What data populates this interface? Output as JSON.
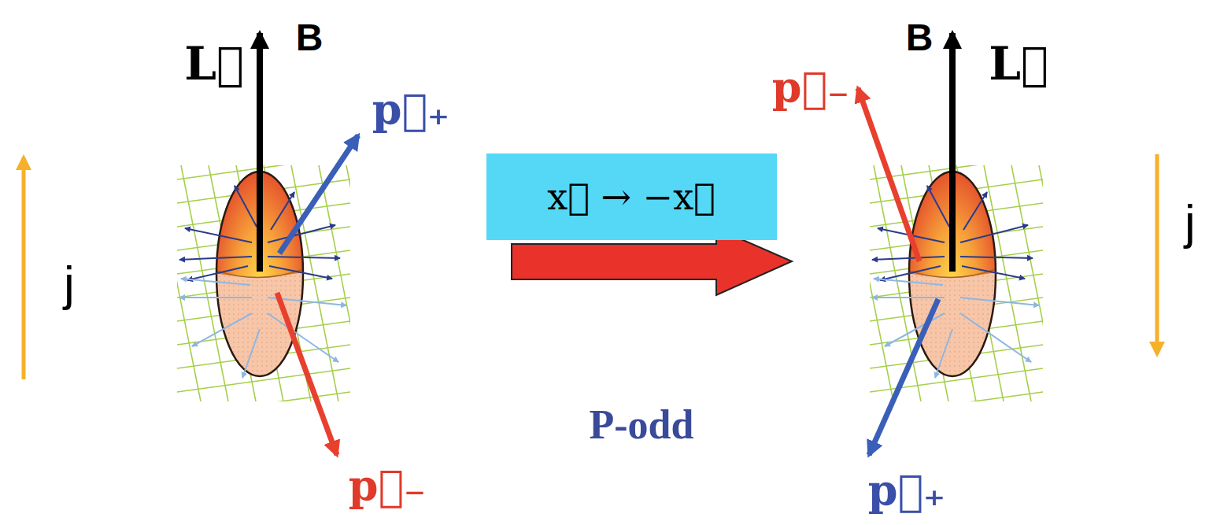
{
  "diagram": {
    "nodes": [
      {
        "text": [
          "x⃗ → −x⃗"
        ]
      }
    ],
    "labels": [
      "L⃗",
      "B",
      "p⃗₊",
      "p⃗₋",
      "j",
      "P-odd",
      "B",
      "L⃗",
      "p⃗₋",
      "p⃗₊",
      "j"
    ]
  }
}
